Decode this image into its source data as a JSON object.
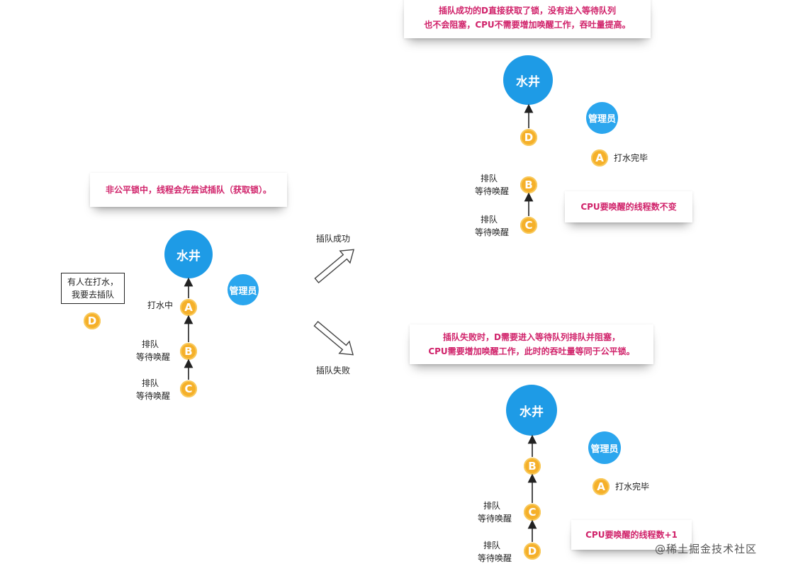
{
  "left": {
    "note": "非公平锁中，线程会先尝试插队（获取锁）。",
    "well": "水井",
    "admin": "管理员",
    "box_line1": "有人在打水，",
    "box_line2": "我要去插队",
    "node_d": "D",
    "node_a": "A",
    "node_b": "B",
    "node_c": "C",
    "label_a": "打水中",
    "label_b_line1": "排队",
    "label_b_line2": "等待唤醒",
    "label_c_line1": "排队",
    "label_c_line2": "等待唤醒"
  },
  "middle": {
    "success_label": "插队成功",
    "fail_label": "插队失败"
  },
  "top_right": {
    "note_line1": "插队成功的D直接获取了锁，没有进入等待队列",
    "note_line2": "也不会阻塞，CPU不需要增加唤醒工作，吞吐量提高。",
    "well": "水井",
    "admin": "管理员",
    "node_d": "D",
    "node_a": "A",
    "node_b": "B",
    "node_c": "C",
    "label_a": "打水完毕",
    "label_b_line1": "排队",
    "label_b_line2": "等待唤醒",
    "label_c_line1": "排队",
    "label_c_line2": "等待唤醒",
    "cpu_note": "CPU要唤醒的线程数不变"
  },
  "bottom_right": {
    "note_line1": "插队失败时，D需要进入等待队列排队并阻塞，",
    "note_line2": "CPU需要增加唤醒工作，此时的吞吐量等同于公平锁。",
    "well": "水井",
    "admin": "管理员",
    "node_b": "B",
    "node_a": "A",
    "node_c": "C",
    "node_d": "D",
    "label_a": "打水完毕",
    "label_c_line1": "排队",
    "label_c_line2": "等待唤醒",
    "label_d_line1": "排队",
    "label_d_line2": "等待唤醒",
    "cpu_note": "CPU要唤醒的线程数+1"
  },
  "watermark": "@稀土掘金技术社区",
  "colors": {
    "well": "#1e9be6",
    "admin": "#2ba6ee",
    "node": "#f5b02a",
    "note_text": "#d0226a"
  }
}
